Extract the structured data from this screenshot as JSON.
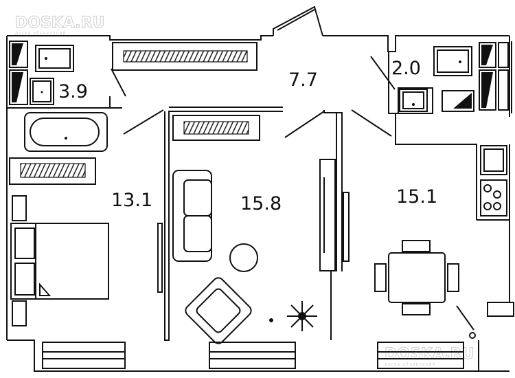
{
  "watermark": {
    "text": "DOSKA.RU",
    "subtext": "доска объявлений"
  },
  "rooms": {
    "bathroom": {
      "area": "3.9"
    },
    "hall": {
      "area": "7.7"
    },
    "toilet": {
      "area": "2.0"
    },
    "bedroom": {
      "area": "13.1"
    },
    "living": {
      "area": "15.8"
    },
    "kitchen": {
      "area": "15.1"
    }
  }
}
